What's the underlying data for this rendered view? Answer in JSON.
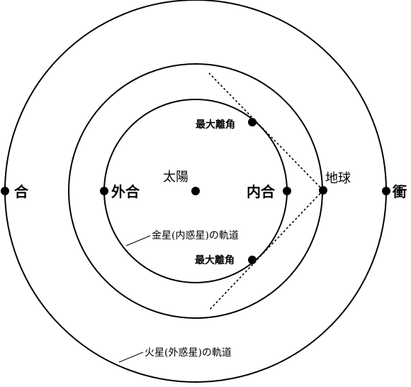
{
  "diagram": {
    "labels": {
      "conjunction": "合",
      "superior_conjunction": "外合",
      "sun": "太陽",
      "inferior_conjunction": "内合",
      "earth": "地球",
      "opposition": "衝",
      "max_elongation_upper": "最大離角",
      "max_elongation_lower": "最大離角",
      "venus_orbit": "金星(内惑星)の軌道",
      "mars_orbit": "火星(外惑星)の軌道"
    },
    "colors": {
      "line": "#000000",
      "background": "#ffffff"
    }
  }
}
